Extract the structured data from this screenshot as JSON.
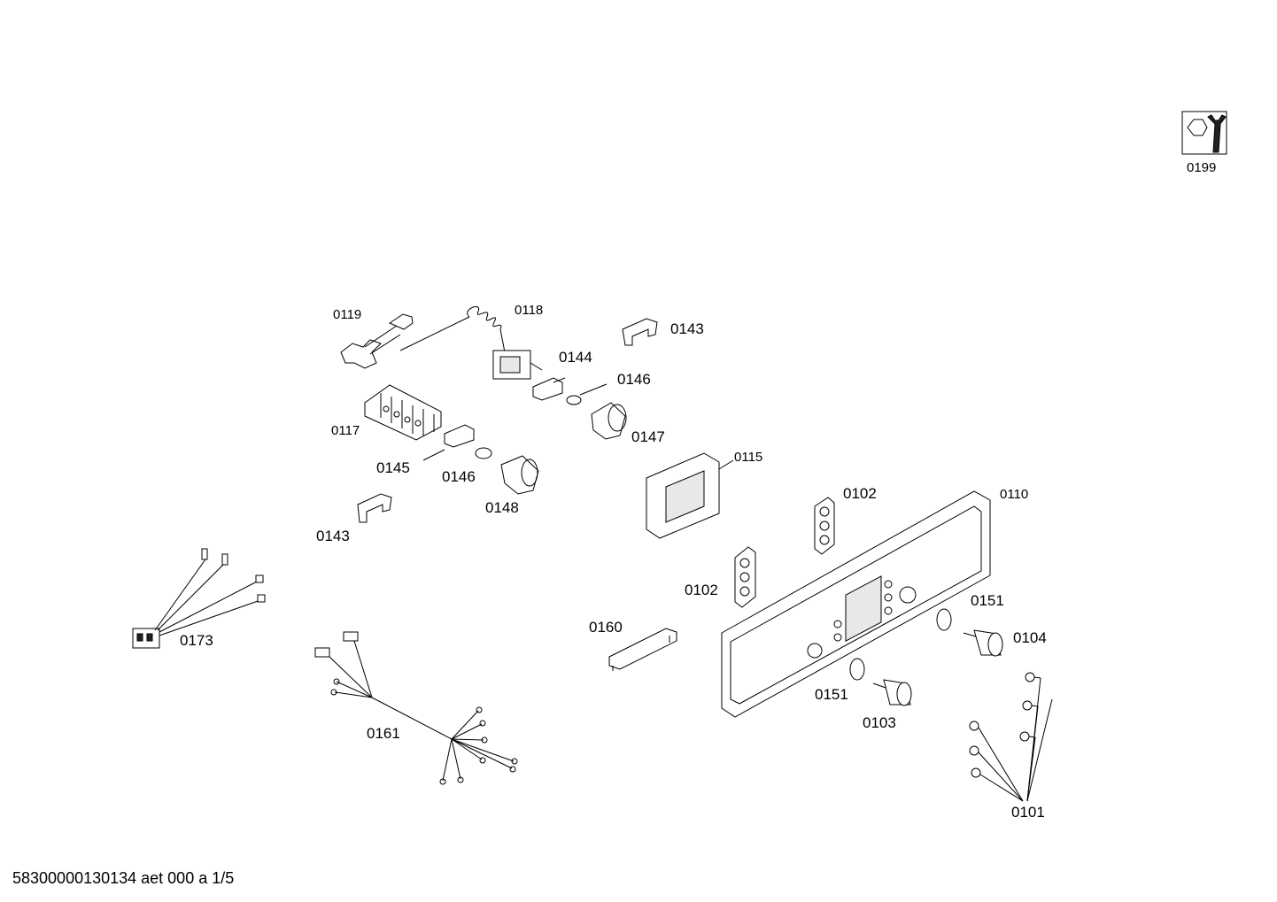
{
  "parts": [
    {
      "id": "p0199",
      "label": "0199"
    },
    {
      "id": "p0119",
      "label": "0119"
    },
    {
      "id": "p0118",
      "label": "0118"
    },
    {
      "id": "p0143a",
      "label": "0143"
    },
    {
      "id": "p0144",
      "label": "0144"
    },
    {
      "id": "p0146a",
      "label": "0146"
    },
    {
      "id": "p0147",
      "label": "0147"
    },
    {
      "id": "p0117",
      "label": "0117"
    },
    {
      "id": "p0145",
      "label": "0145"
    },
    {
      "id": "p0146b",
      "label": "0146"
    },
    {
      "id": "p0148",
      "label": "0148"
    },
    {
      "id": "p0115",
      "label": "0115"
    },
    {
      "id": "p0143b",
      "label": "0143"
    },
    {
      "id": "p0102a",
      "label": "0102"
    },
    {
      "id": "p0110",
      "label": "0110"
    },
    {
      "id": "p0102b",
      "label": "0102"
    },
    {
      "id": "p0151a",
      "label": "0151"
    },
    {
      "id": "p0104",
      "label": "0104"
    },
    {
      "id": "p0173",
      "label": "0173"
    },
    {
      "id": "p0160",
      "label": "0160"
    },
    {
      "id": "p0151b",
      "label": "0151"
    },
    {
      "id": "p0103",
      "label": "0103"
    },
    {
      "id": "p0161",
      "label": "0161"
    },
    {
      "id": "p0101",
      "label": "0101"
    }
  ],
  "footer": "58300000130134 aet 000 a 1/5"
}
